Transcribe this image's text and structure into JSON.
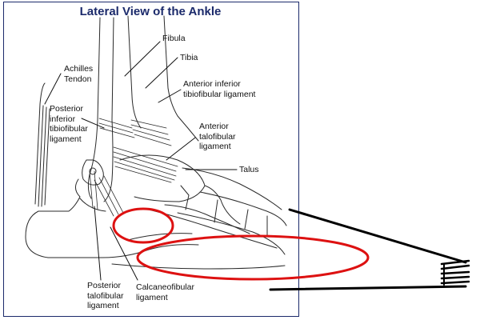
{
  "title": "Lateral View of the Ankle",
  "labels": {
    "fibula": "Fibula",
    "tibia": "Tibia",
    "achilles": [
      "Achilles",
      "Tendon"
    ],
    "ant_inf_tibiofibular": [
      "Anterior inferior",
      "tibiofibular ligament"
    ],
    "post_inf_tibiofibular": [
      "Posterior",
      "inferior",
      "tibiofibular",
      "ligament"
    ],
    "ant_talofibular": [
      "Anterior",
      "talofibular",
      "ligament"
    ],
    "talus": "Talus",
    "post_talofibular": [
      "Posterior",
      "talofibular",
      "ligament"
    ],
    "calcaneofibular": [
      "Calcaneofibular",
      "ligament"
    ]
  },
  "colors": {
    "title": "#1b2a6b",
    "frame": "#1b2a6b",
    "line_art": "#2a2a2a",
    "annotation_circle": "#dd1111",
    "annotation_marker": "#000000"
  }
}
